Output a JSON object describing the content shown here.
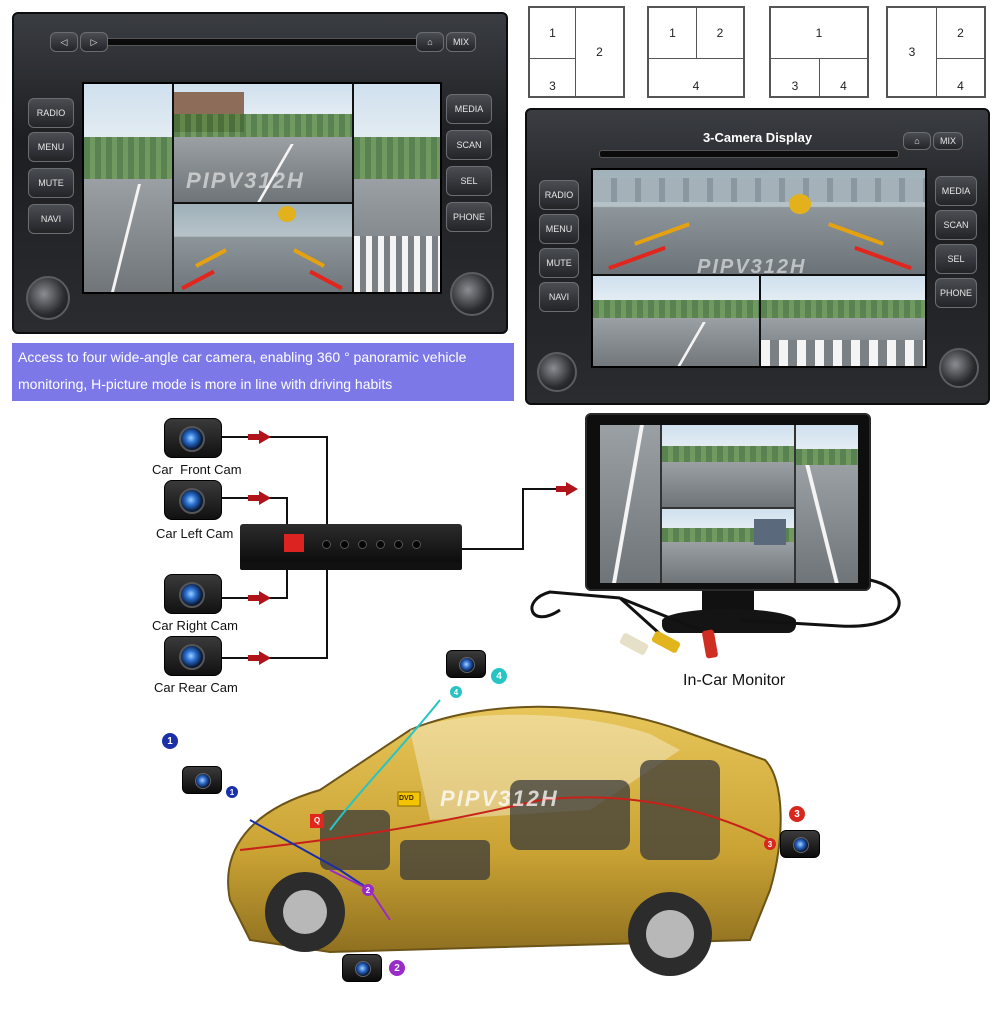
{
  "head_unit_left": {
    "buttons_left": [
      "RADIO",
      "MENU",
      "MUTE",
      "NAVI"
    ],
    "buttons_right": [
      "MEDIA",
      "SCAN",
      "SEL",
      "PHONE"
    ],
    "top_buttons": [
      "◁",
      "▷",
      "⌂",
      "MIX"
    ],
    "watermark": "PIPV312H"
  },
  "caption": {
    "text": "Access to four wide-angle car camera, enabling 360 ° panoramic vehicle monitoring, H-picture mode is more in line with driving habits"
  },
  "layouts": [
    {
      "cells": [
        "1",
        "2",
        "3"
      ]
    },
    {
      "cells": [
        "1",
        "2",
        "4"
      ]
    },
    {
      "cells": [
        "1",
        "3",
        "4"
      ]
    },
    {
      "cells": [
        "3",
        "2",
        "4"
      ]
    }
  ],
  "head_unit_right": {
    "title": "3-Camera Display",
    "buttons_left": [
      "RADIO",
      "MENU",
      "MUTE",
      "NAVI"
    ],
    "buttons_right": [
      "MEDIA",
      "SCAN",
      "SEL",
      "PHONE"
    ],
    "top_buttons": [
      "⌂",
      "MIX"
    ],
    "watermark": "PIPV312H"
  },
  "wiring": {
    "cameras": [
      {
        "label": "Car  Front Cam"
      },
      {
        "label": "Car Left Cam"
      },
      {
        "label": "Car Right Cam"
      },
      {
        "label": "Car Rear Cam"
      }
    ],
    "monitor_label": "In-Car Monitor"
  },
  "car": {
    "watermark": "PIPV312H",
    "markers": [
      {
        "num": "1",
        "color": "#1a2fa8"
      },
      {
        "num": "2",
        "color": "#9a2bc7"
      },
      {
        "num": "3",
        "color": "#d8271d"
      },
      {
        "num": "4",
        "color": "#27c4c4"
      }
    ],
    "tags": [
      "DVD",
      "Q"
    ]
  }
}
